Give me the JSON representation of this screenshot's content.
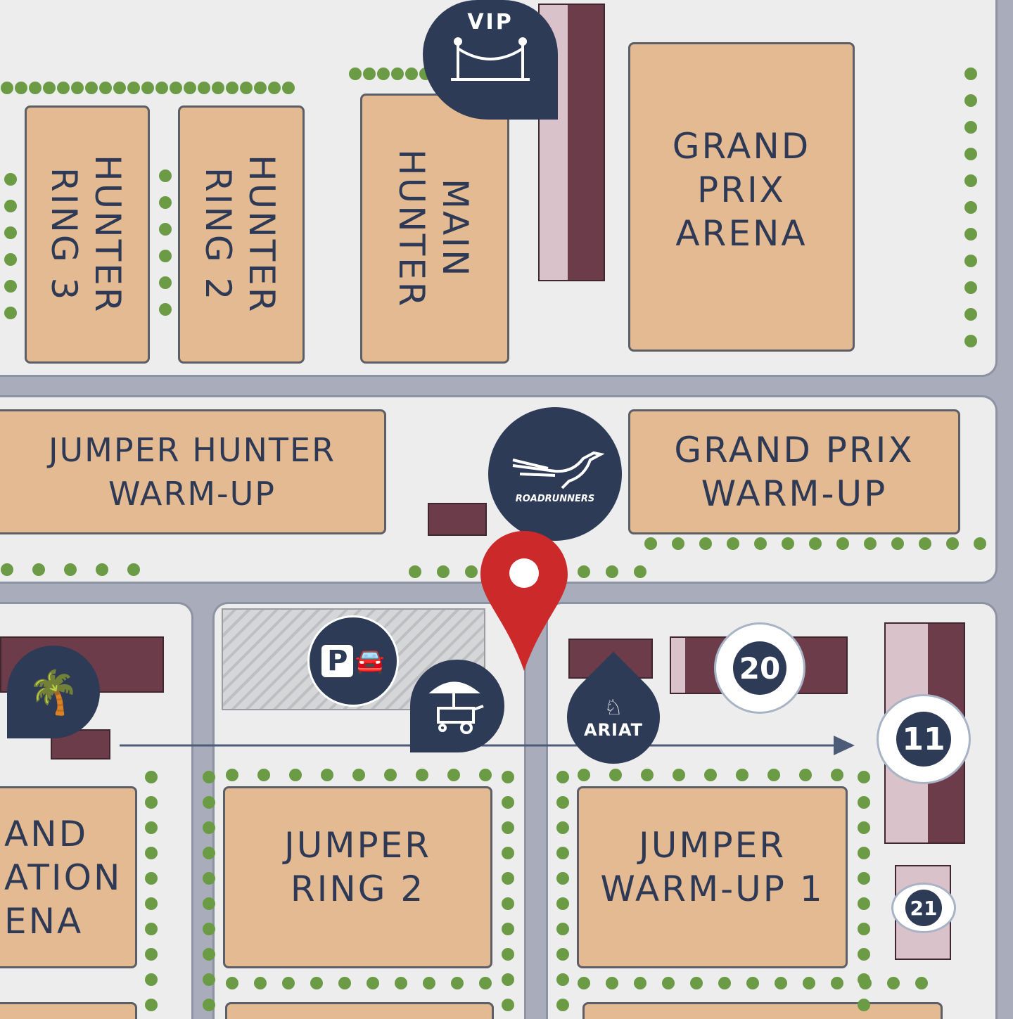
{
  "arenas": {
    "hunter_ring_3": "HUNTER RING 3",
    "hunter_ring_2": "HUNTER RING 2",
    "main_hunter": "MAIN HUNTER",
    "grand_prix_arena": [
      "GRAND",
      "PRIX",
      "ARENA"
    ],
    "jumper_hunter_warmup": [
      "JUMPER HUNTER",
      "WARM-UP"
    ],
    "grand_prix_warmup": [
      "GRAND PRIX",
      "WARM-UP"
    ],
    "left_arena": [
      "AND",
      "ATION",
      "ENA"
    ],
    "jumper_ring_2": [
      "JUMPER",
      "RING 2"
    ],
    "jumper_warmup_1": [
      "JUMPER",
      "WARM-UP 1"
    ]
  },
  "markers": {
    "vip": "VIP",
    "roadrunners": "ROADRUNNERS",
    "parking": "P",
    "ariat": "ARIAT",
    "stall_20": "20",
    "stall_11": "11",
    "stall_21": "21"
  },
  "colors": {
    "pin": "#cc2a2a",
    "navy": "#2e3b57",
    "arena": "#e4ba92",
    "building": "#6d3c4a",
    "tree": "#6b9b45"
  }
}
